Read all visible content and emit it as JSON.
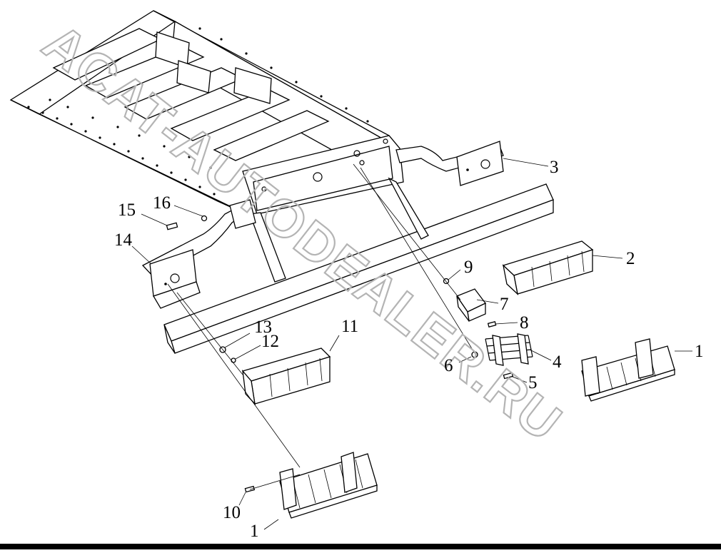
{
  "watermark": {
    "text": "ACAT-AUTODEALER.RU"
  },
  "callouts": [
    {
      "id": "label-1-right",
      "text": "1"
    },
    {
      "id": "label-1-bottom",
      "text": "1"
    },
    {
      "id": "label-2",
      "text": "2"
    },
    {
      "id": "label-3",
      "text": "3"
    },
    {
      "id": "label-4",
      "text": "4"
    },
    {
      "id": "label-5",
      "text": "5"
    },
    {
      "id": "label-6",
      "text": "6"
    },
    {
      "id": "label-7",
      "text": "7"
    },
    {
      "id": "label-8",
      "text": "8"
    },
    {
      "id": "label-9",
      "text": "9"
    },
    {
      "id": "label-10",
      "text": "10"
    },
    {
      "id": "label-11",
      "text": "11"
    },
    {
      "id": "label-12",
      "text": "12"
    },
    {
      "id": "label-13",
      "text": "13"
    },
    {
      "id": "label-14",
      "text": "14"
    },
    {
      "id": "label-15",
      "text": "15"
    },
    {
      "id": "label-16",
      "text": "16"
    }
  ]
}
